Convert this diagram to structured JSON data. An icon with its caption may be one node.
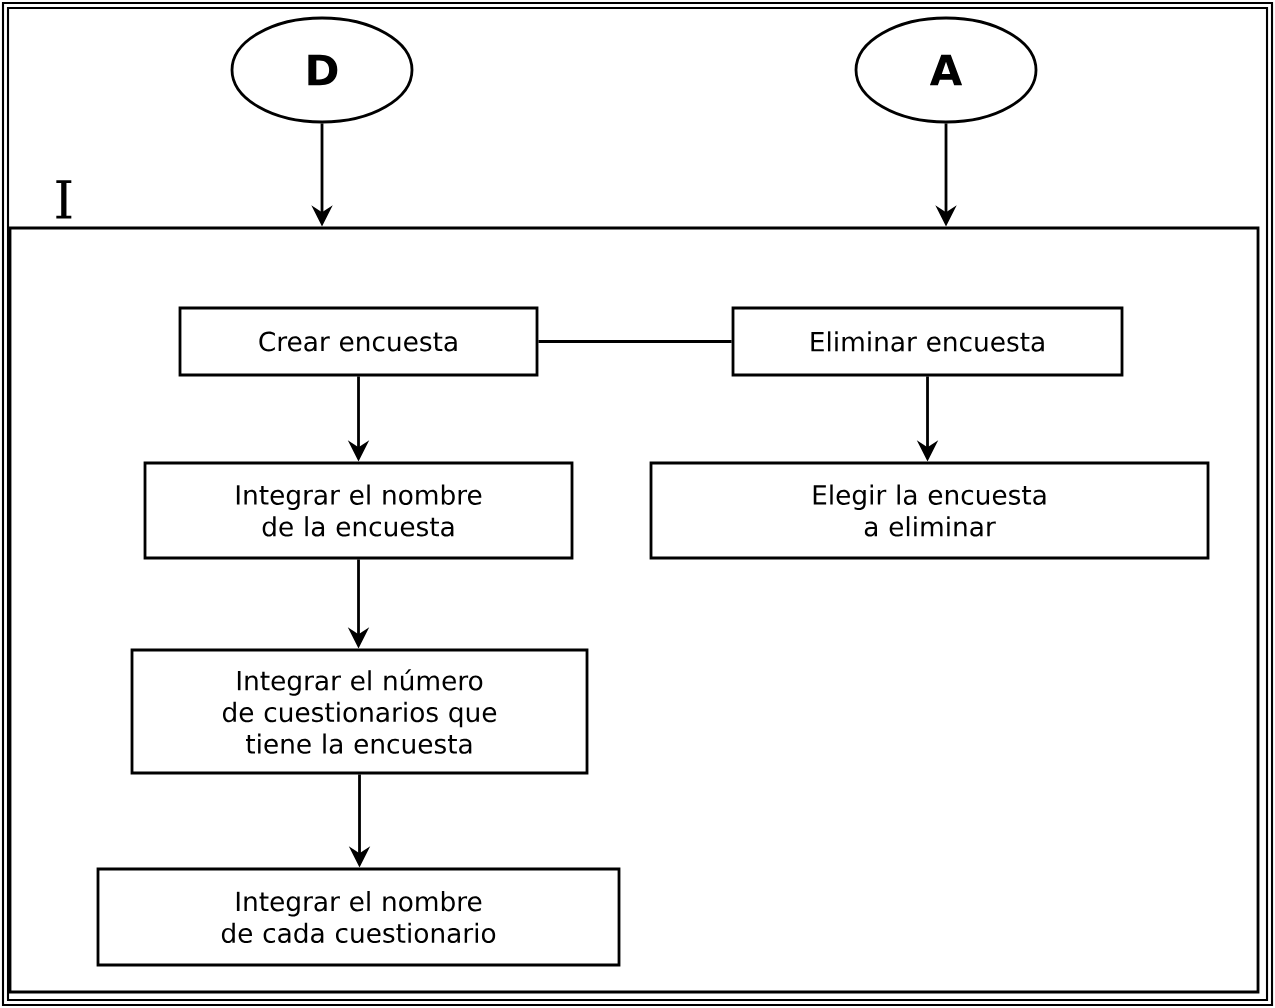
{
  "diagram": {
    "nodes": [
      {
        "text": [
          "D"
        ]
      },
      {
        "text": [
          "A"
        ]
      },
      {
        "text": [
          "I"
        ]
      },
      {
        "text": [
          "Crear encuesta"
        ],
        "in": 2
      },
      {
        "text": [
          "Eliminar encuesta"
        ],
        "in": 2
      },
      {
        "text": [
          "Integrar el nombre de la encuesta"
        ],
        "in": 2
      },
      {
        "text": [
          "Elegir la encuesta a eliminar"
        ],
        "in": 2
      },
      {
        "text": [
          "Integrar el número de cuestionarios que tiene la encuesta"
        ],
        "in": 2
      },
      {
        "text": [
          "Integrar el nombre de cada cuestionario"
        ],
        "in": 2
      }
    ],
    "edges": [
      {
        "from": 0,
        "to": 2,
        "arrow": "to"
      },
      {
        "from": 1,
        "to": 2,
        "arrow": "to"
      },
      {
        "from": 3,
        "to": 4,
        "arrow": "none"
      },
      {
        "from": 3,
        "to": 5,
        "arrow": "to"
      },
      {
        "from": 4,
        "to": 6,
        "arrow": "to"
      },
      {
        "from": 5,
        "to": 7,
        "arrow": "to"
      },
      {
        "from": 7,
        "to": 8,
        "arrow": "to"
      }
    ]
  }
}
